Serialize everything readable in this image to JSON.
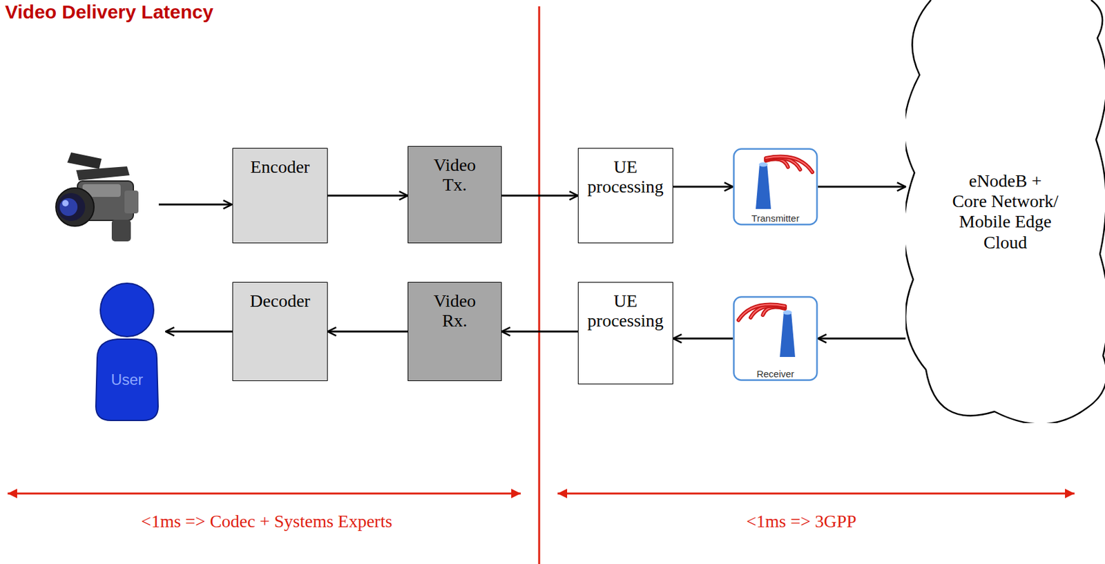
{
  "diagram": {
    "title": "Video Delivery Latency",
    "nodes": [
      {
        "text": [
          "Encoder"
        ]
      },
      {
        "text": [
          "Video Tx."
        ]
      },
      {
        "text": [
          "UE processing"
        ]
      },
      {
        "text": [
          "Transmitter"
        ]
      },
      {
        "text": [
          "eNodeB + Core Network/ Mobile Edge Cloud"
        ]
      },
      {
        "text": [
          "User"
        ]
      },
      {
        "text": [
          "Decoder"
        ]
      },
      {
        "text": [
          "Video Rx."
        ]
      },
      {
        "text": [
          "UE processing"
        ]
      },
      {
        "text": [
          "Receiver"
        ]
      }
    ],
    "edges": [
      {
        "from": 0,
        "to": 1,
        "arrow": "to"
      },
      {
        "from": 1,
        "to": 2,
        "arrow": "to"
      },
      {
        "from": 2,
        "to": 3,
        "arrow": "to"
      },
      {
        "from": 3,
        "to": 4,
        "arrow": "to"
      },
      {
        "from": 4,
        "to": 9,
        "arrow": "to"
      },
      {
        "from": 9,
        "to": 8,
        "arrow": "to"
      },
      {
        "from": 8,
        "to": 7,
        "arrow": "to"
      },
      {
        "from": 7,
        "to": 6,
        "arrow": "to"
      },
      {
        "from": 6,
        "to": 5,
        "arrow": "to"
      }
    ],
    "labels": [
      "<1ms => Codec + Systems Experts",
      "<1ms => 3GPP"
    ]
  }
}
